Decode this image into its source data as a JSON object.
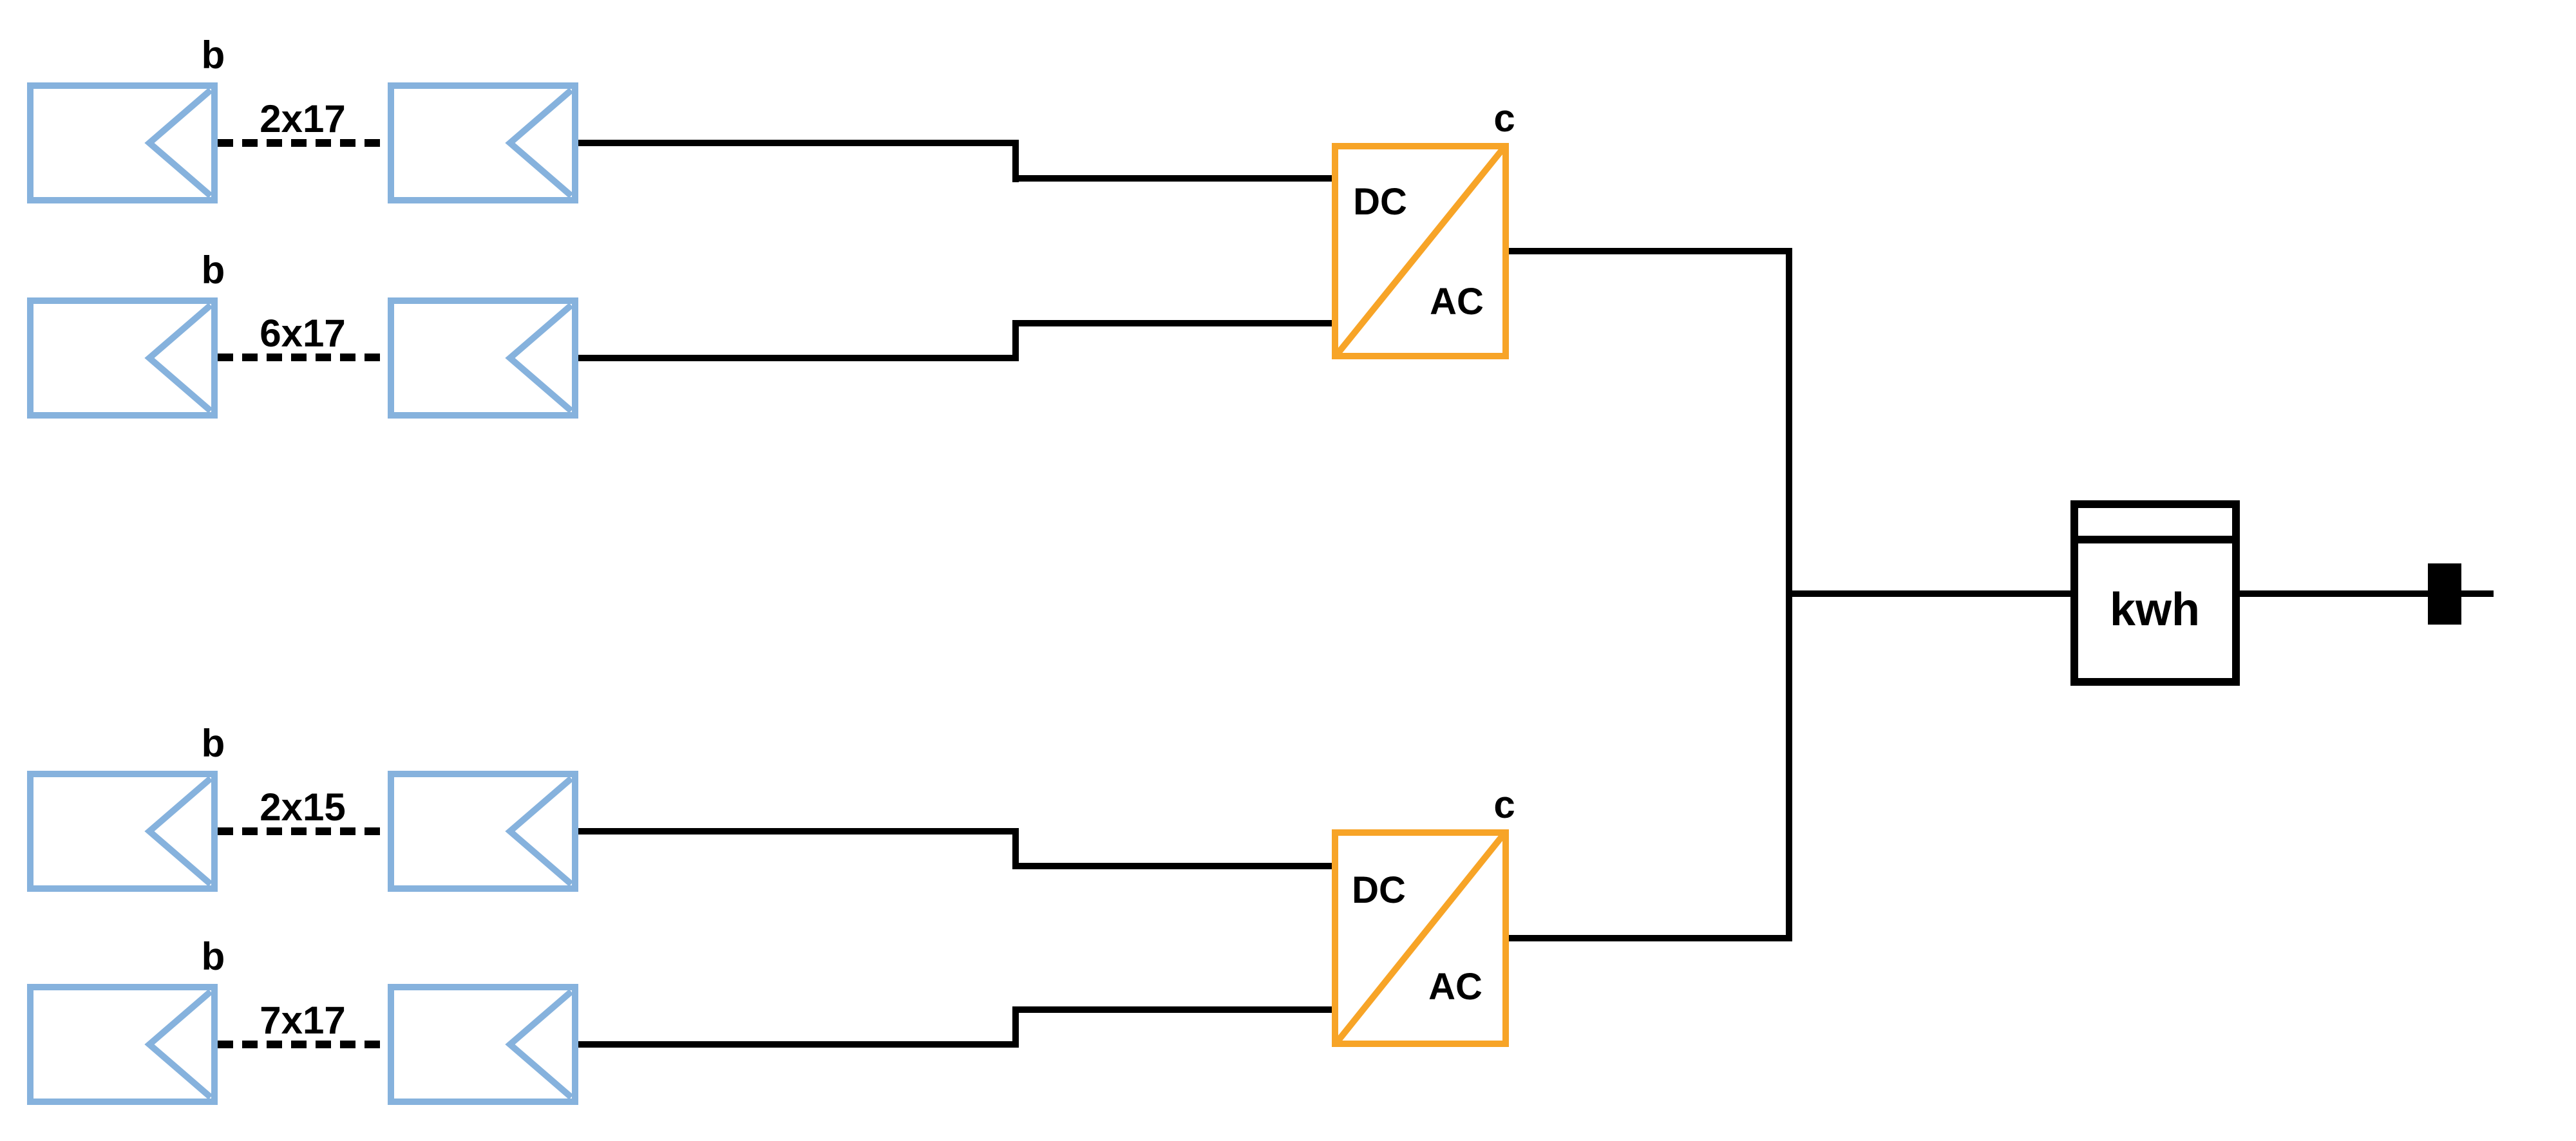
{
  "diagram": {
    "type": "solar-pv-single-line-diagram",
    "strings": [
      {
        "node_label": "b",
        "string_label": "2x17"
      },
      {
        "node_label": "b",
        "string_label": "6x17"
      },
      {
        "node_label": "b",
        "string_label": "2x15"
      },
      {
        "node_label": "b",
        "string_label": "7x17"
      }
    ],
    "inverters": [
      {
        "node_label": "c",
        "dc_label": "DC",
        "ac_label": "AC"
      },
      {
        "node_label": "c",
        "dc_label": "DC",
        "ac_label": "AC"
      }
    ],
    "meter": {
      "label": "kwh"
    },
    "colors": {
      "pv_string_stroke": "#86B2DD",
      "inverter_stroke": "#F7A427",
      "wire": "#000000",
      "text": "#000000",
      "background": "#FFFFFF"
    }
  }
}
